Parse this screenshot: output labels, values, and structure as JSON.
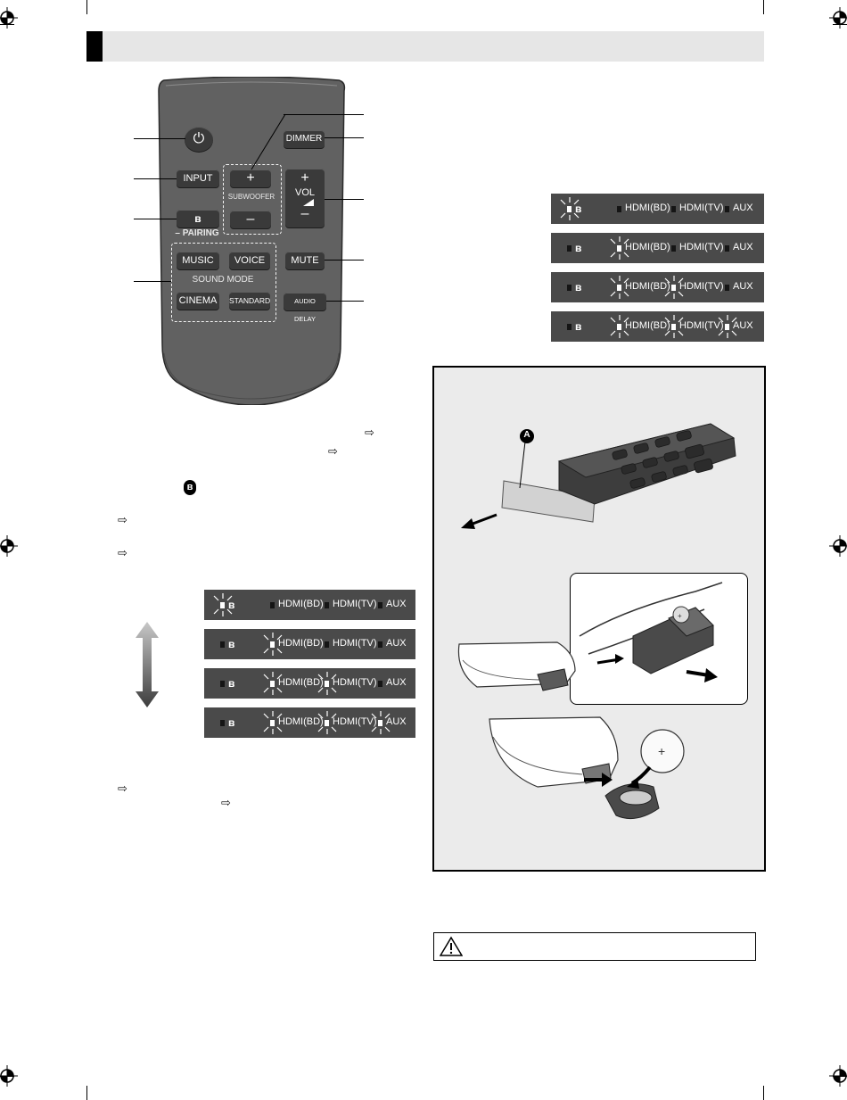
{
  "remote": {
    "buttons": {
      "power": "⏻",
      "dimmer": "DIMMER",
      "input": "INPUT",
      "subwoofer_plus": "+",
      "subwoofer_minus": "–",
      "subwoofer_label": "SUBWOOFER",
      "vol_plus": "+",
      "vol_label": "VOL",
      "vol_minus": "–",
      "pairing_icon": "ʙ",
      "pairing_label": "– PAIRING",
      "music": "MUSIC",
      "voice": "VOICE",
      "sound_mode_label": "SOUND MODE",
      "cinema": "CINEMA",
      "standard": "STANDARD",
      "mute": "MUTE",
      "audio_delay": "AUDIO DELAY"
    }
  },
  "indicators": {
    "bluetooth": "ʙ",
    "hdmi_bd": "HDMI(BD)",
    "hdmi_tv": "HDMI(TV)",
    "aux": "AUX"
  },
  "led_states": [
    {
      "bt": true,
      "bd": false,
      "tv": false,
      "aux": false
    },
    {
      "bt": false,
      "bd": true,
      "tv": false,
      "aux": false
    },
    {
      "bt": false,
      "bd": true,
      "tv": true,
      "aux": false
    },
    {
      "bt": false,
      "bd": true,
      "tv": true,
      "aux": true
    }
  ],
  "battery_figure": {
    "marker": "A"
  },
  "warning_icon": "warning-triangle-icon",
  "arrow_glyph": "⇨",
  "colors": {
    "panel": "#4a4a4a",
    "header": "#e6e6e6",
    "frame": "#ebebeb"
  }
}
